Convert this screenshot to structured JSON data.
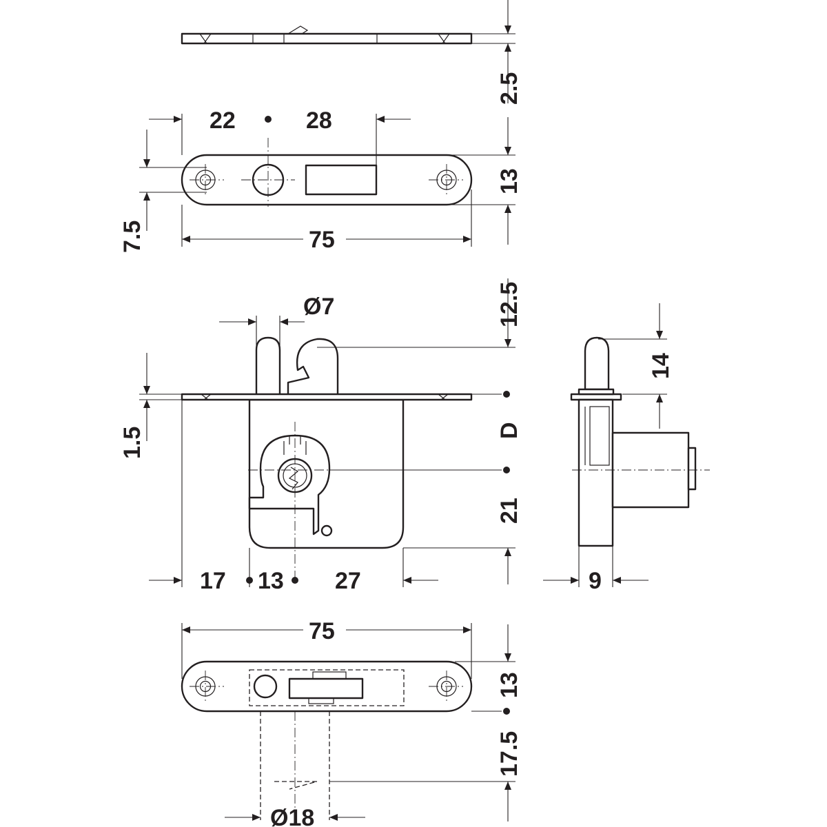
{
  "dimensions": {
    "plate_top_depth": "2.5",
    "spacing_left": "22",
    "spacing_right": "28",
    "plate_height_top": "13",
    "hole_offset": "7.5",
    "width_top": "75",
    "diameter_bolt": "Ø7",
    "bolt_projection": "12.5",
    "plate_thickness": "1.5",
    "distance_d": "D",
    "depth_lower": "21",
    "offset_left": "17",
    "cylinder_spacing": "13",
    "offset_right": "27",
    "bolt_side_height": "14",
    "side_width": "9",
    "width_bottom": "75",
    "plate_height_bottom": "13",
    "cylinder_projection": "17.5",
    "diameter_cylinder": "Ø18"
  },
  "colors": {
    "line": "#231f20",
    "background": "#ffffff"
  }
}
